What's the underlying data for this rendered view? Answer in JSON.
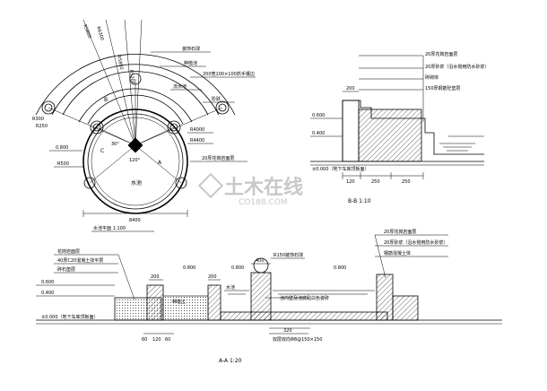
{
  "plan": {
    "title": "水池平面 1:100",
    "labels": {
      "stone_bowl": "装饰石球",
      "flower_bed": "种植池",
      "drain_stage": "流水池",
      "pipe_note": "200宽100×100抓手镶边",
      "wall_clad": "20厚花岗岩面层",
      "step": "阶跃",
      "pool": "水池",
      "r4000": "R4000",
      "r4400": "R4400",
      "r500": "R500",
      "r300": "R300",
      "r250": "R250",
      "elev": "0.800",
      "angle": "120°",
      "angle30": "30°",
      "dim_width": "8400",
      "a": "A",
      "b": "B",
      "c": "C",
      "radials": [
        "R5800",
        "R6300",
        "R5800",
        "R5200"
      ]
    }
  },
  "section_b": {
    "title": "B-B  1:10",
    "layers": [
      "20厚花岗岩面层",
      "20厚砂浆（沿水侧用防水砂浆）",
      "砖砌体",
      "150厚钢筋砼垫层"
    ],
    "elev_top": "0.600",
    "elev_mid": "0.400",
    "elev_base": "±0.000（地下车库顶板面）",
    "dim_top": "200",
    "dims_bottom": [
      "120",
      "250",
      "250"
    ]
  },
  "section_a": {
    "title": "A-A  1:20",
    "left_layers": [
      "花岗岩面层",
      "40厚C20混凝土找平层",
      "碎石垫层"
    ],
    "right_layers": [
      "20厚花岗岩面层",
      "20厚砂浆（沿水侧用防水砂浆）",
      "钢筋混凝土体"
    ],
    "elev_600": "0.600",
    "elev_400": "0.400",
    "elev_base": "±0.000（地下车库顶板面）",
    "elev_800a": "0.800",
    "elev_800b": "0.800",
    "elev_800c": "0.800",
    "ball_note": "R150装饰石球",
    "soil": "种植土",
    "water": "水池",
    "pool_note": "池内壁及池底贴白色瓷砖",
    "rebar": "双层双向Φ8@150×150",
    "dim_400": "400",
    "dim_200a": "200",
    "dim_200b": "200",
    "dim_320": "320",
    "dims_bottom": [
      "60",
      "120",
      "60"
    ]
  },
  "watermark": {
    "main": "土木在线",
    "sub": "CO188.COM"
  }
}
